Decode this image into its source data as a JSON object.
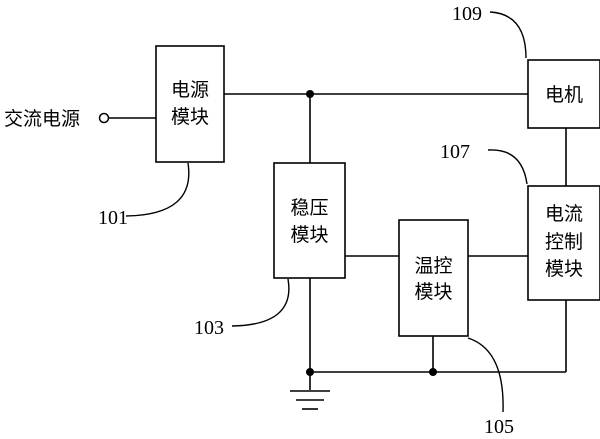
{
  "input": {
    "label": "交流电源"
  },
  "blocks": {
    "power": {
      "line1": "电源",
      "line2": "模块"
    },
    "motor": {
      "line1": "电机"
    },
    "regulator": {
      "line1": "稳压",
      "line2": "模块"
    },
    "temp": {
      "line1": "温控",
      "line2": "模块"
    },
    "current": {
      "line1": "电流",
      "line2": "控制",
      "line3": "模块"
    }
  },
  "refs": {
    "power": "101",
    "regulator": "103",
    "temp": "105",
    "current": "107",
    "motor": "109"
  }
}
